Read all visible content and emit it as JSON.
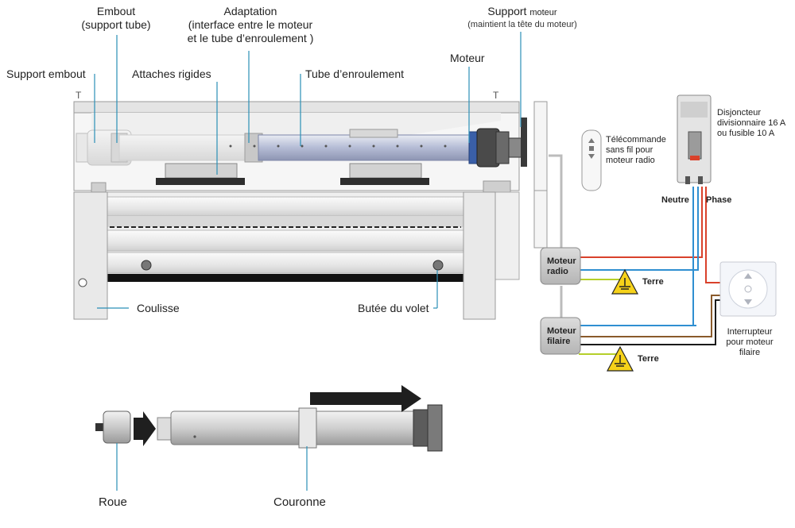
{
  "labels": {
    "embout": "Embout",
    "embout_sub": "(support tube)",
    "adaptation": "Adaptation",
    "adaptation_sub1": "(interface entre le moteur",
    "adaptation_sub2": "et le tube d’enroulement )",
    "support_moteur": "Support",
    "support_moteur_small": "moteur",
    "support_moteur_sub": "(maintient la tête du moteur)",
    "support_embout": "Support embout",
    "attaches_rigides": "Attaches rigides",
    "tube_enroulement": "Tube d’enroulement",
    "moteur": "Moteur",
    "coulisse": "Coulisse",
    "butee": "Butée du volet",
    "roue": "Roue",
    "couronne": "Couronne",
    "telecommande1": "Télécommande",
    "telecommande2": "sans fil pour",
    "telecommande3": "moteur radio",
    "disjoncteur1": "Disjoncteur",
    "disjoncteur2": "divisionnaire 16 A",
    "disjoncteur3": "ou fusible 10 A",
    "neutre": "Neutre",
    "phase": "Phase",
    "moteur_radio1": "Moteur",
    "moteur_radio2": "radio",
    "moteur_filaire1": "Moteur",
    "moteur_filaire2": "filaire",
    "terre1": "Terre",
    "terre2": "Terre",
    "interrupteur1": "Interrupteur",
    "interrupteur2": "pour moteur",
    "interrupteur3": "filaire"
  },
  "colors": {
    "leader": "#2a8fb6",
    "wire_blue": "#2f8fd1",
    "wire_red": "#d9412b",
    "wire_brown": "#8a5a2b",
    "wire_black": "#1a1a1a",
    "wire_green_yellow": "#b5cf2a",
    "warning_yellow": "#f6d21a"
  }
}
